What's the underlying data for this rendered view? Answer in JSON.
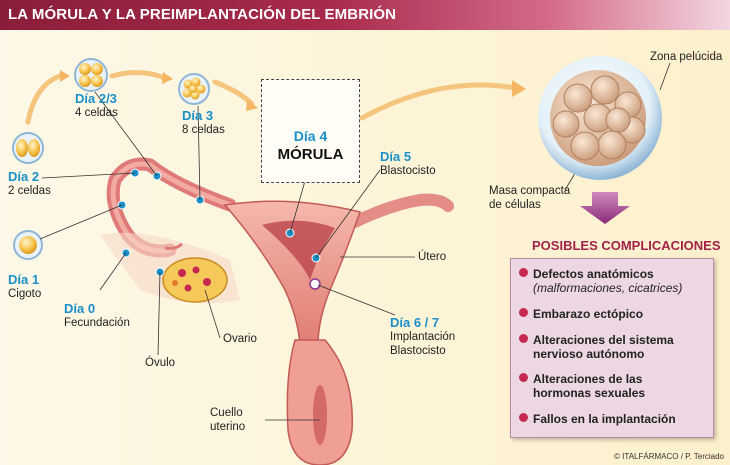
{
  "title": "LA MÓRULA Y LA PREIMPLANTACIÓN DEL EMBRIÓN",
  "stages": [
    {
      "day": "Día 1",
      "desc": "Cigoto"
    },
    {
      "day": "Día 2",
      "desc": "2 celdas"
    },
    {
      "day": "Día 2/3",
      "desc": "4 celdas"
    },
    {
      "day": "Día 3",
      "desc": "8 celdas"
    },
    {
      "day": "Día 4",
      "desc": "MÓRULA"
    },
    {
      "day": "Día 5",
      "desc": "Blastocisto"
    },
    {
      "day": "Día 6 / 7",
      "desc": "Implantación",
      "desc2": "Blastocisto"
    },
    {
      "day": "Día 0",
      "desc": "Fecundación"
    }
  ],
  "anatomy": {
    "ovario": "Ovario",
    "ovulo": "Óvulo",
    "utero": "Útero",
    "cuello1": "Cuello",
    "cuello2": "uterino",
    "zona": "Zona pelúcida",
    "masa1": "Masa compacta",
    "masa2": "de células"
  },
  "complications": {
    "title": "POSIBLES COMPLICACIONES",
    "items": [
      {
        "label": "Defectos anatómicos",
        "sub": "(malformaciones, cicatrices)"
      },
      {
        "label": "Embarazo ectópico"
      },
      {
        "label": "Alteraciones del sistema",
        "label2": "nervioso autónomo"
      },
      {
        "label": "Alteraciones de las",
        "label2": "hormonas sexuales"
      },
      {
        "label": "Fallos en la implantación"
      }
    ]
  },
  "credit": "© ITALFÁRMACO / P. Terciado"
}
